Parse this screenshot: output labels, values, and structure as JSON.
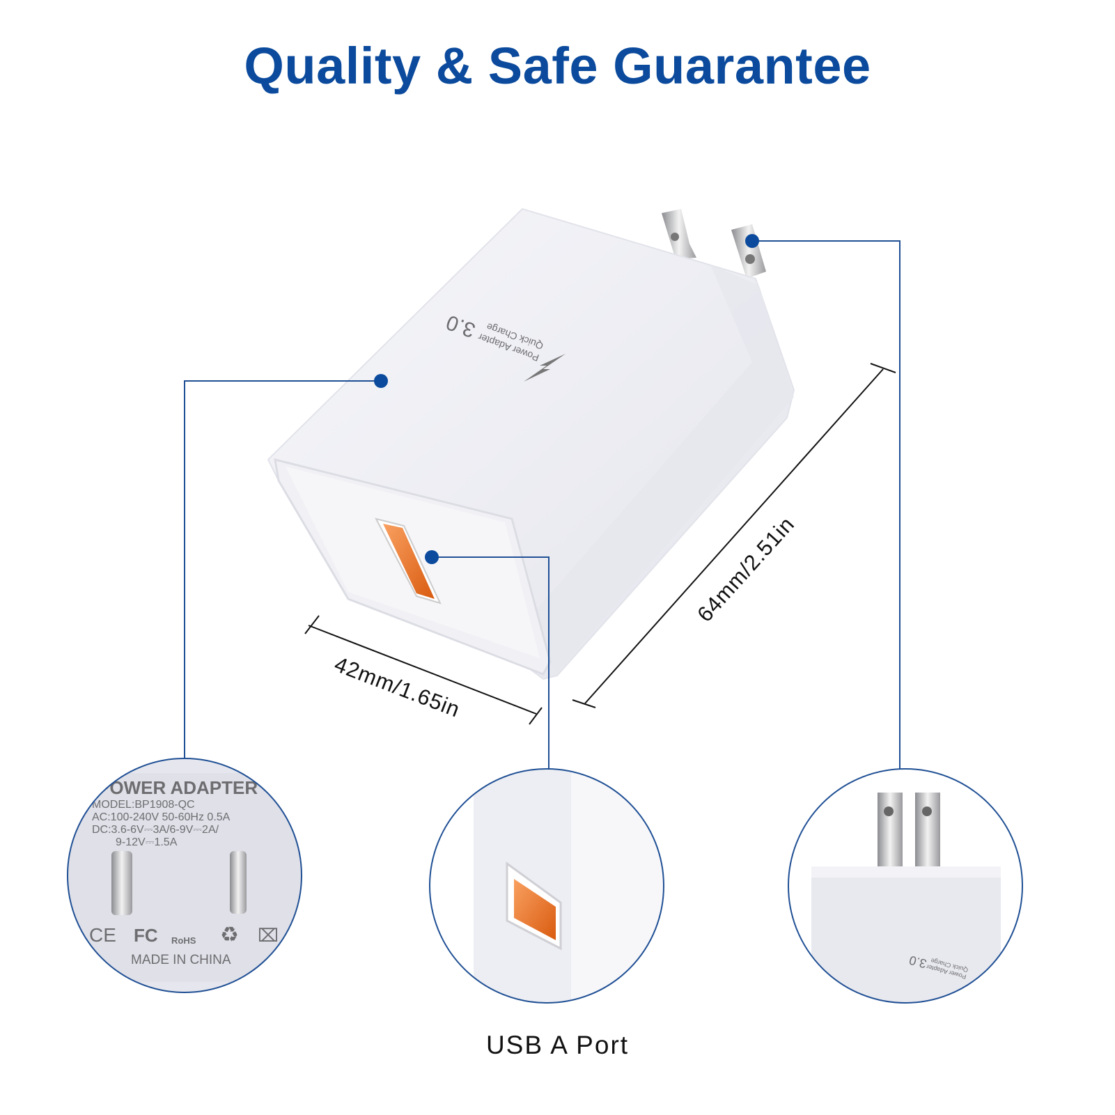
{
  "title": "Quality & Safe Guarantee",
  "product_label": {
    "line1": "Power Adapter",
    "line2": "Quick Charge",
    "version": "3.0"
  },
  "dimensions": {
    "width": "42mm/1.65in",
    "height": "64mm/2.51in"
  },
  "spec_label": {
    "heading": "POWER ADAPTER",
    "model": "MODEL:BP1908-QC",
    "ac": "AC:100-240V 50-60Hz 0.5A",
    "dc1": "DC:3.6-6V⎓3A/6-9V⎓2A/",
    "dc2": "9-12V⎓1.5A",
    "origin": "MADE IN CHINA",
    "cert_ce": "CE",
    "cert_fc": "FC",
    "cert_rohs": "RoHS"
  },
  "port_caption": "USB A Port",
  "colors": {
    "accent": "#0b4a9c",
    "callout_line": "#1f4f94",
    "port_orange": "#f07a2a"
  }
}
